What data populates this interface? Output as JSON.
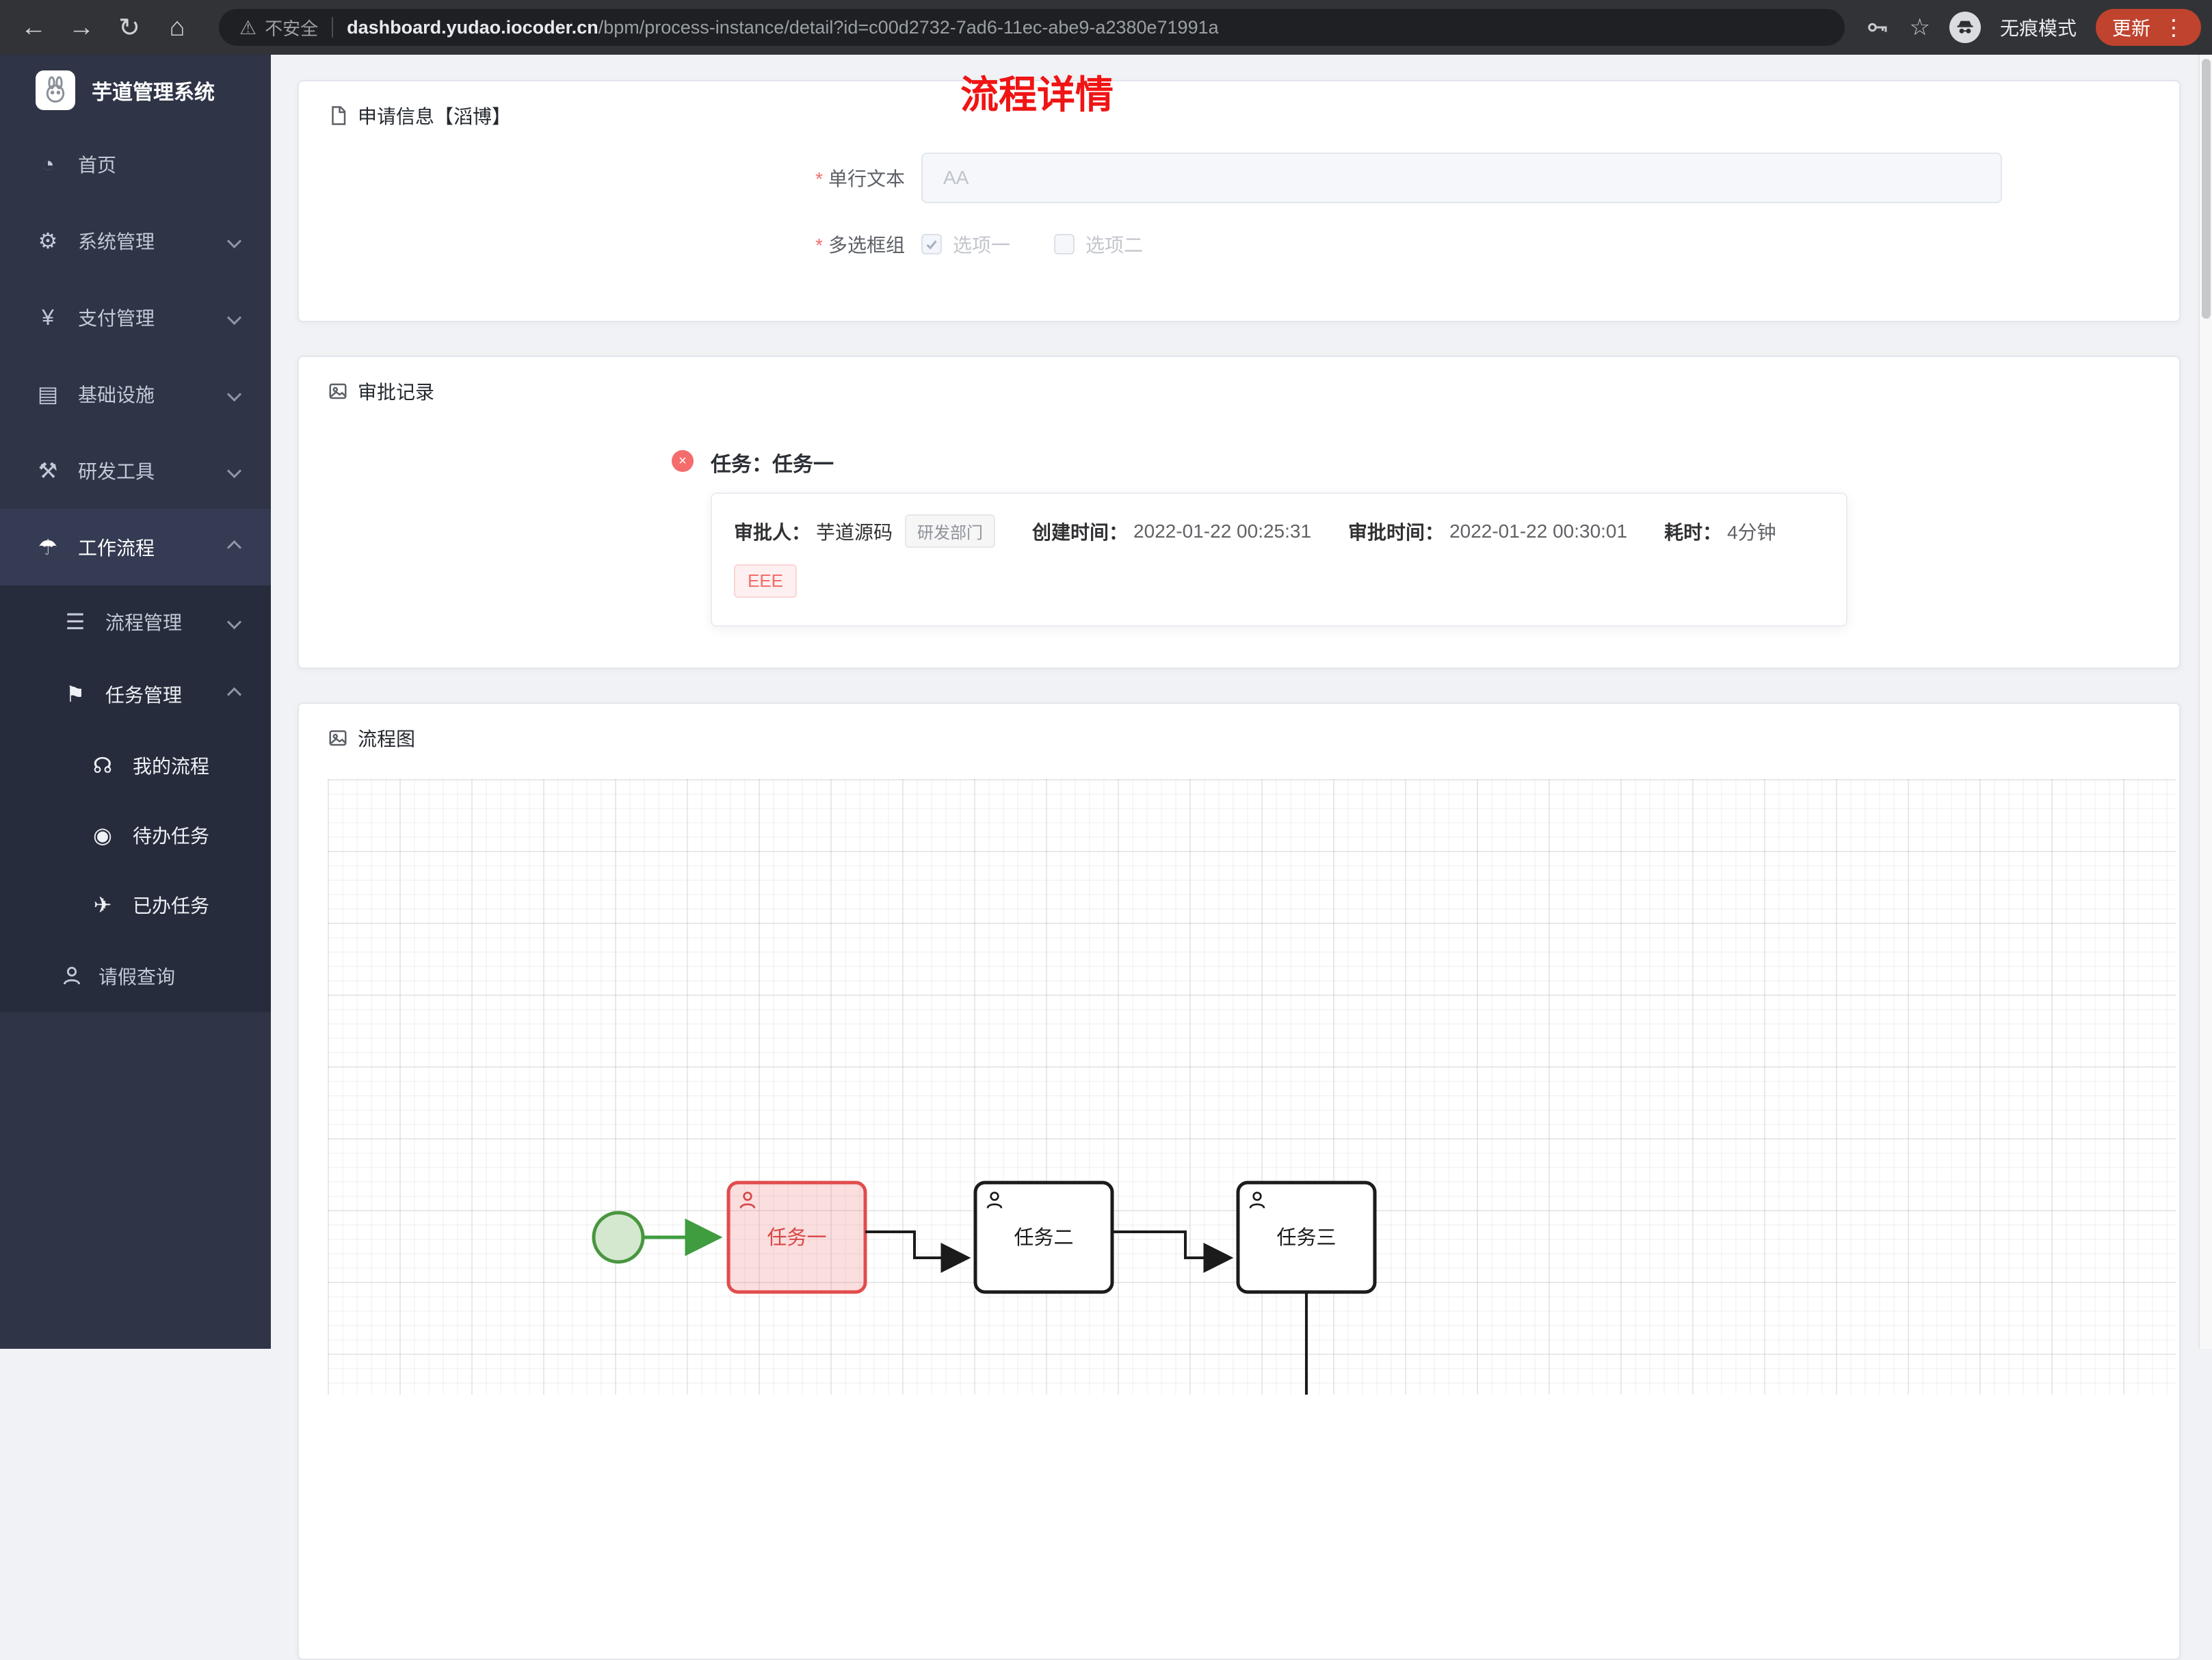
{
  "browser": {
    "security_chip": "不安全",
    "url_host": "dashboard.yudao.iocoder.cn",
    "url_path": "/bpm/process-instance/detail?id=c00d2732-7ad6-11ec-abe9-a2380e71991a",
    "incognito_label": "无痕模式",
    "update_button": "更新"
  },
  "icons": {
    "back": "←",
    "forward": "→",
    "refresh": "↻",
    "home": "⌂",
    "warning": "⚠",
    "star": "☆",
    "menu_dots": "⋮",
    "close": "×",
    "dashboard": "◔",
    "gear": "⚙",
    "yen": "¥",
    "infra": "▤",
    "tools": "⚒",
    "workflow": "☂",
    "process_list": "☰",
    "task_flag": "⚑",
    "my_process": "☊",
    "todo_eye": "◉",
    "done_plane": "✈"
  },
  "sidebar": {
    "app_title": "芋道管理系统",
    "items": [
      {
        "label": "首页"
      },
      {
        "label": "系统管理"
      },
      {
        "label": "支付管理"
      },
      {
        "label": "基础设施"
      },
      {
        "label": "研发工具"
      },
      {
        "label": "工作流程"
      },
      {
        "label": "流程管理"
      },
      {
        "label": "任务管理"
      },
      {
        "label": "我的流程"
      },
      {
        "label": "待办任务"
      },
      {
        "label": "已办任务"
      },
      {
        "label": "请假查询"
      }
    ]
  },
  "page": {
    "title": "流程详情"
  },
  "apply_card": {
    "title": "申请信息【滔博】",
    "required_mark": "*",
    "text_field": {
      "label": "单行文本",
      "placeholder": "AA"
    },
    "checkbox_group": {
      "label": "多选框组",
      "options": [
        {
          "label": "选项一",
          "checked": true
        },
        {
          "label": "选项二",
          "checked": false
        }
      ]
    }
  },
  "approval_card": {
    "title": "审批记录",
    "task_line": "任务：任务一",
    "approver_label": "审批人：",
    "approver_name": "芋道源码",
    "dept_tag": "研发部门",
    "create_label": "创建时间：",
    "create_time": "2022-01-22 00:25:31",
    "approve_label": "审批时间：",
    "approve_time": "2022-01-22 00:30:01",
    "duration_label": "耗时：",
    "duration_value": "4分钟",
    "comment_tag": "EEE"
  },
  "diagram_card": {
    "title": "流程图",
    "nodes": [
      {
        "label": "任务一",
        "highlighted": true
      },
      {
        "label": "任务二",
        "highlighted": false
      },
      {
        "label": "任务三",
        "highlighted": false
      }
    ]
  },
  "colors": {
    "title_red": "#f01414",
    "highlight_red": "#e24c4c",
    "start_green": "#49963f",
    "update_button_bg": "#c0432e",
    "sidebar_bg": "#2f3447"
  }
}
